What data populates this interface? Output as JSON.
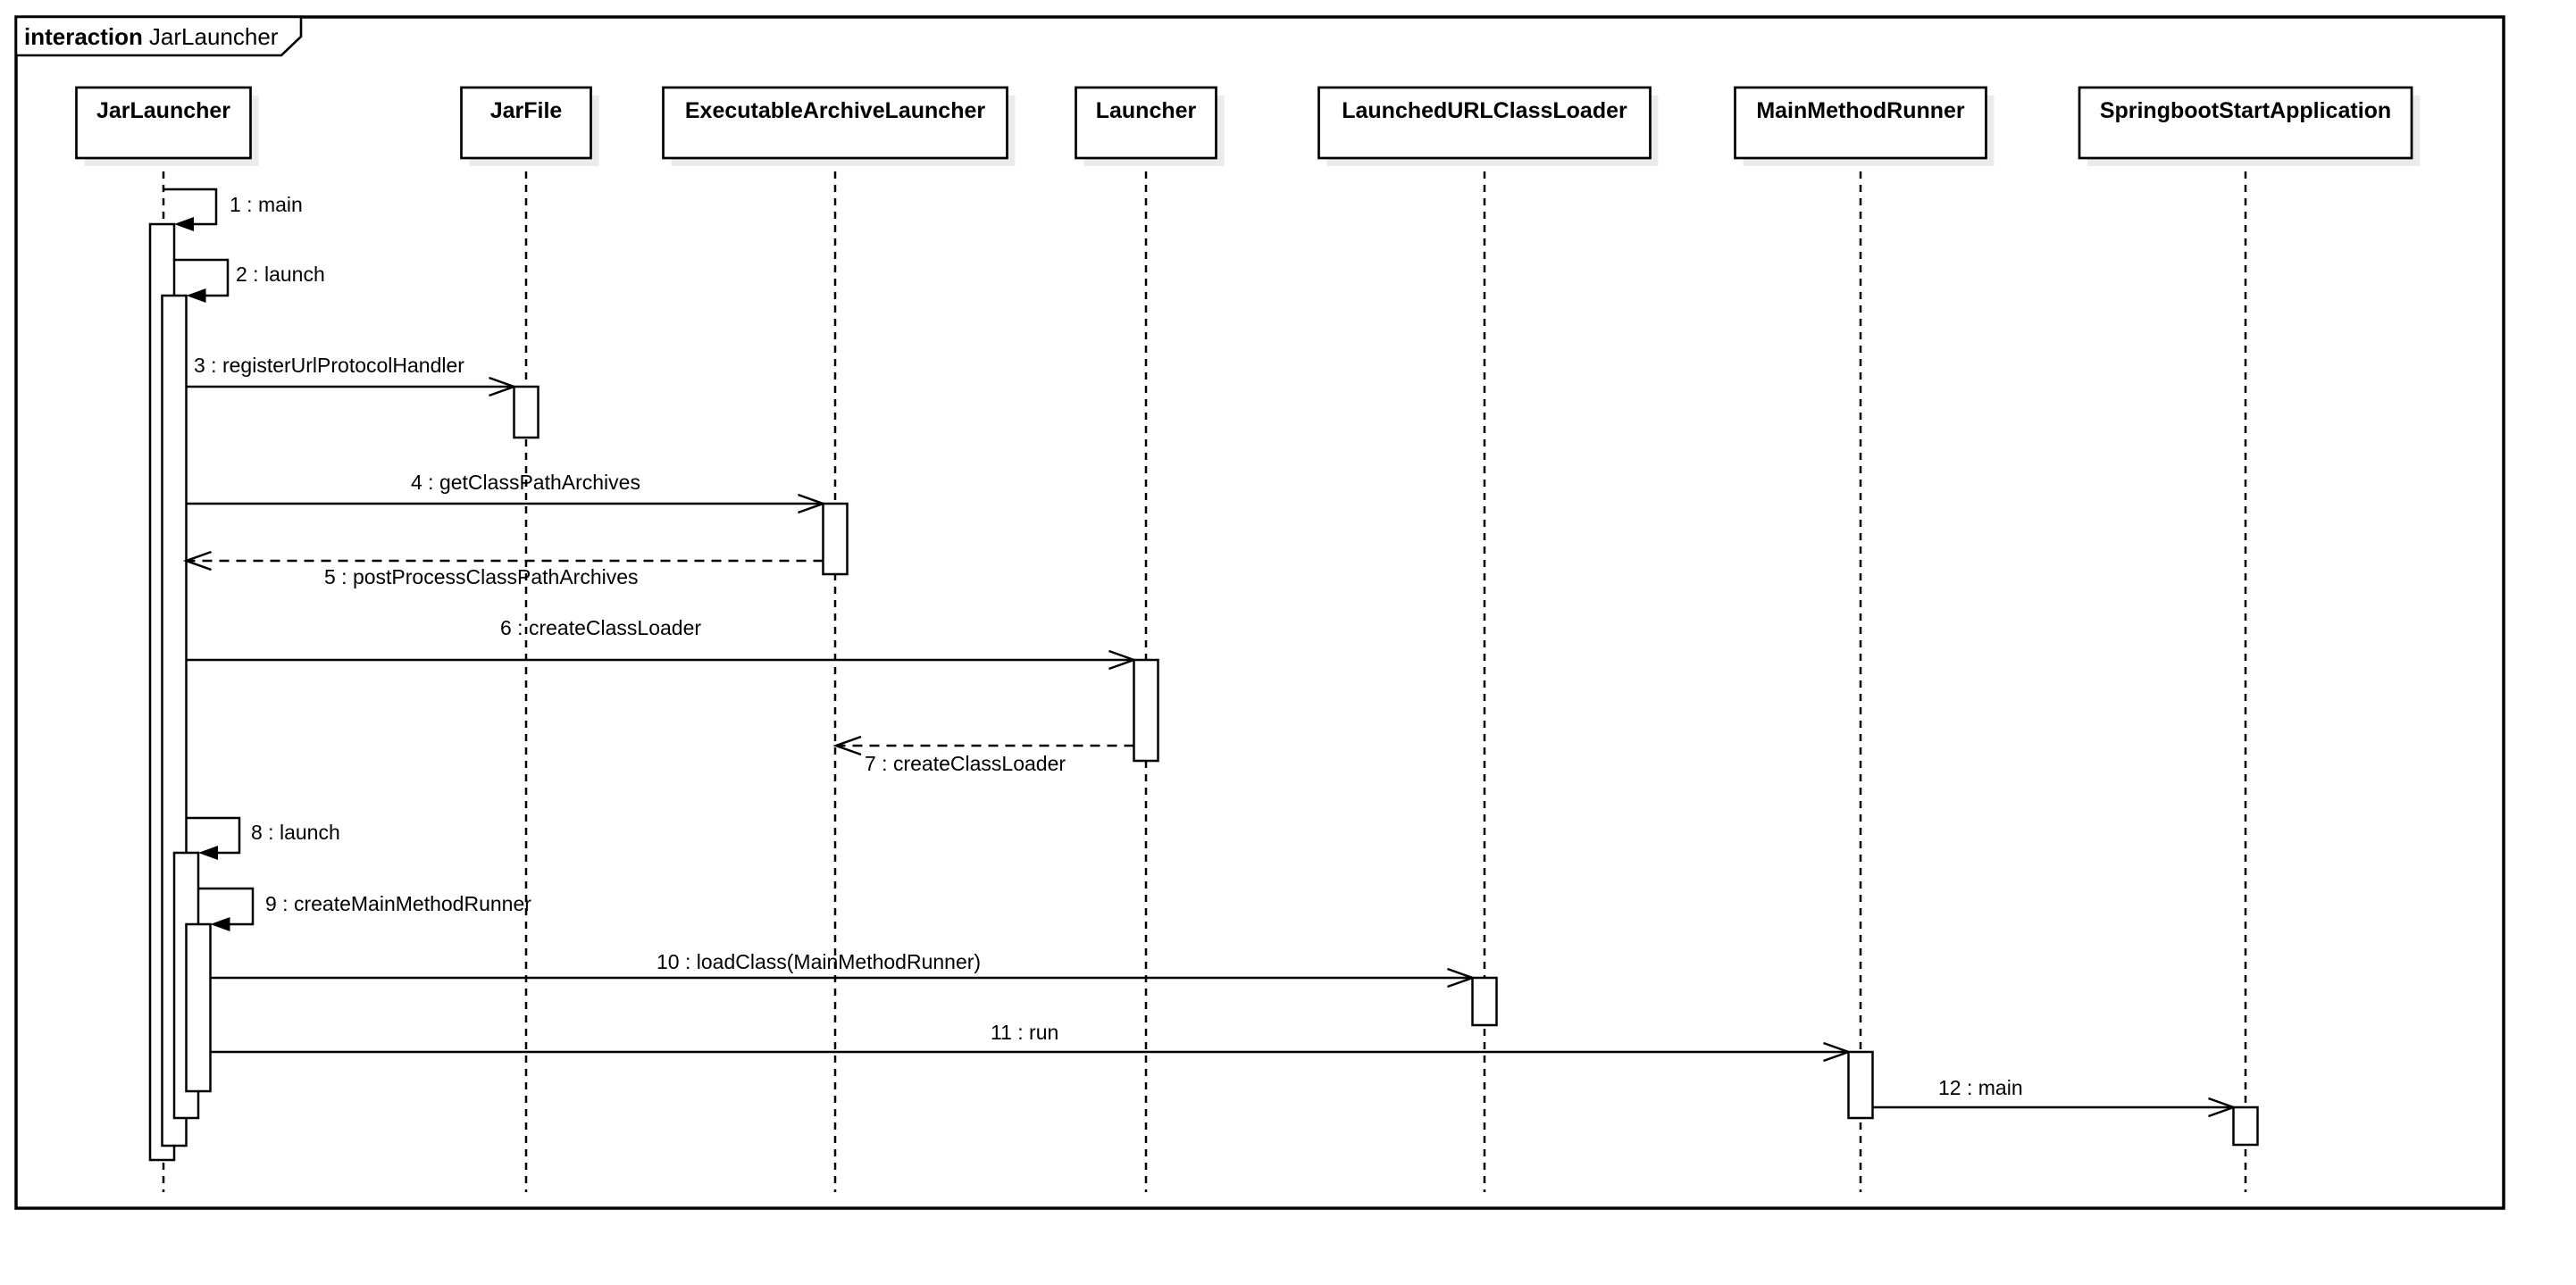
{
  "diagram": {
    "kind_label": "interaction",
    "title": "JarLauncher"
  },
  "colors": {
    "stroke": "#000000",
    "background": "#ffffff",
    "shadow": "#ebebeb"
  },
  "lifelines": [
    {
      "name": "JarLauncher"
    },
    {
      "name": "JarFile"
    },
    {
      "name": "ExecutableArchiveLauncher"
    },
    {
      "name": "Launcher"
    },
    {
      "name": "LaunchedURLClassLoader"
    },
    {
      "name": "MainMethodRunner"
    },
    {
      "name": "SpringbootStartApplication"
    }
  ],
  "messages": [
    {
      "label": "1 : main",
      "from": "JarLauncher",
      "to": "JarLauncher",
      "type": "self"
    },
    {
      "label": "2 : launch",
      "from": "JarLauncher",
      "to": "JarLauncher",
      "type": "self"
    },
    {
      "label": "3 : registerUrlProtocolHandler",
      "from": "JarLauncher",
      "to": "JarFile",
      "type": "sync"
    },
    {
      "label": "4 : getClassPathArchives",
      "from": "JarLauncher",
      "to": "ExecutableArchiveLauncher",
      "type": "sync"
    },
    {
      "label": "5 : postProcessClassPathArchives",
      "from": "ExecutableArchiveLauncher",
      "to": "JarLauncher",
      "type": "return"
    },
    {
      "label": "6 : createClassLoader",
      "from": "JarLauncher",
      "to": "Launcher",
      "type": "sync"
    },
    {
      "label": "7 : createClassLoader",
      "from": "Launcher",
      "to": "ExecutableArchiveLauncher",
      "type": "return"
    },
    {
      "label": "8 : launch",
      "from": "JarLauncher",
      "to": "JarLauncher",
      "type": "self"
    },
    {
      "label": "9 : createMainMethodRunner",
      "from": "JarLauncher",
      "to": "JarLauncher",
      "type": "self"
    },
    {
      "label": "10 : loadClass(MainMethodRunner)",
      "from": "JarLauncher",
      "to": "LaunchedURLClassLoader",
      "type": "sync"
    },
    {
      "label": "11 : run",
      "from": "JarLauncher",
      "to": "MainMethodRunner",
      "type": "sync"
    },
    {
      "label": "12 : main",
      "from": "MainMethodRunner",
      "to": "SpringbootStartApplication",
      "type": "sync"
    }
  ]
}
